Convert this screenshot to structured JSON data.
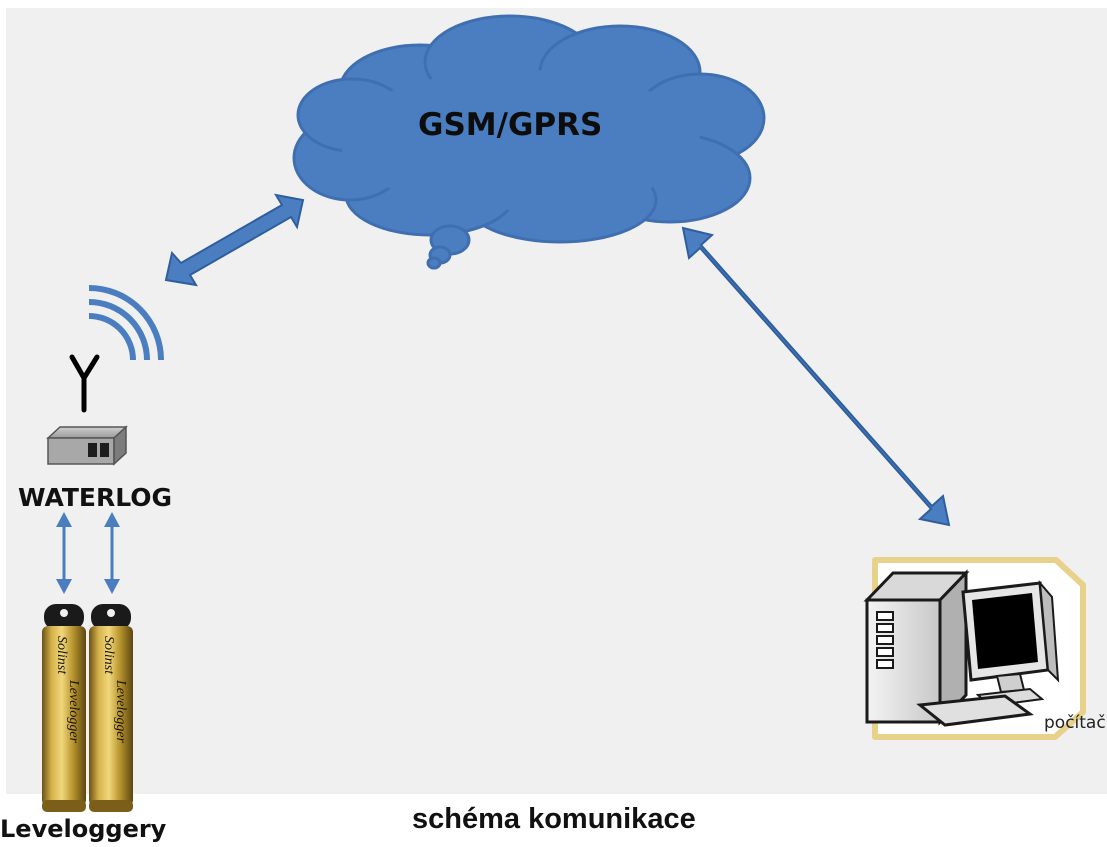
{
  "diagram": {
    "cloud_label": "GSM/GPRS",
    "station_label": "WATERLOG",
    "computer_label": "počítač",
    "sensors_label": "Leveloggery",
    "caption": "schéma komunikace",
    "logger_brand": "Solinst",
    "logger_model": "Levelogger"
  },
  "colors": {
    "background": "#f0f0f0",
    "cloud_fill": "#4a7ec0",
    "cloud_stroke": "#3f6fb0",
    "arrow_fill": "#4a7ec0",
    "arrow_stroke": "#2f5e9e",
    "logger_gold": "#b8952e",
    "computer_frame": "#e8d18a"
  }
}
